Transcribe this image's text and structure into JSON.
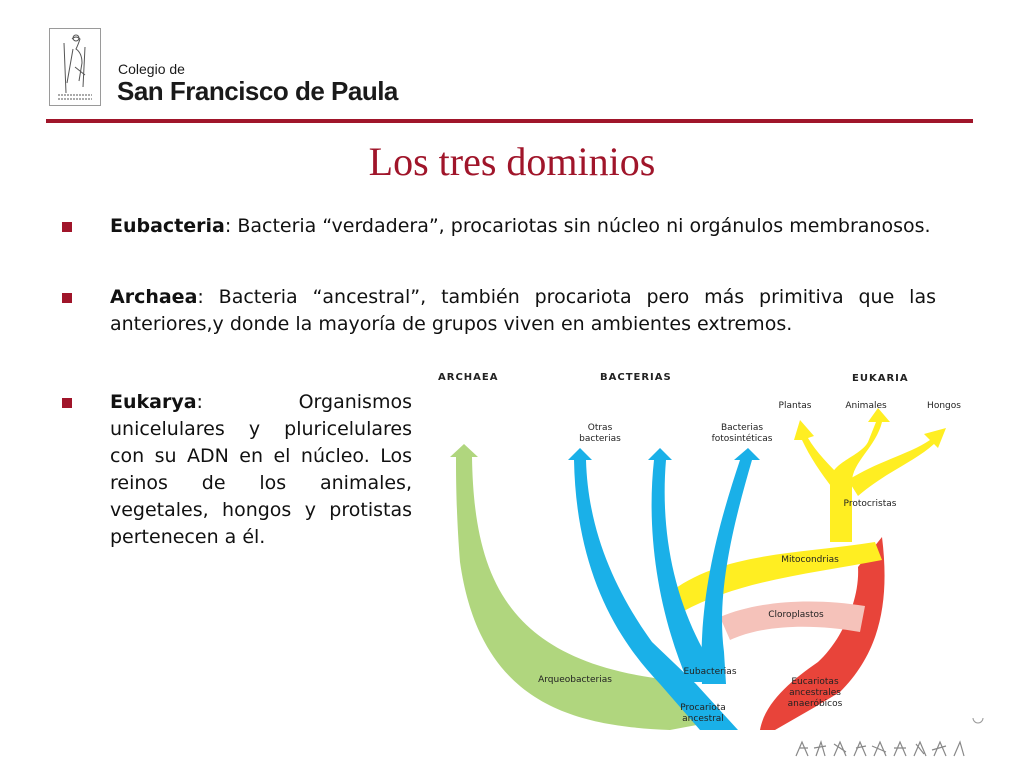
{
  "header": {
    "school_prefix": "Colegio de",
    "school_name": "San Francisco de Paula"
  },
  "slide": {
    "title": "Los tres dominios",
    "bullets": [
      {
        "term": "Eubacteria",
        "text": ": Bacteria “verdadera”, procariotas sin núcleo ni orgánulos membranosos."
      },
      {
        "term": "Archaea",
        "text": ": Bacteria “ancestral”, también procariota pero más primitiva que las anteriores,y donde la mayoría de grupos viven en ambientes extremos."
      },
      {
        "term": "Eukarya",
        "text": ": Organismos unicelulares y pluricelulares con su ADN en el núcleo. Los reinos de los animales, vegetales, hongos y protistas pertenecen a él."
      }
    ]
  },
  "diagram": {
    "domains": {
      "archaea": "ARCHAEA",
      "bacterias": "BACTERIAS",
      "eukaria": "EUKARIA"
    },
    "leaves": {
      "otras_line1": "Otras",
      "otras_line2": "bacterias",
      "foto_line1": "Bacterias",
      "foto_line2": "fotosintéticas",
      "plantas": "Plantas",
      "animales": "Animales",
      "hongos": "Hongos"
    },
    "labels": {
      "protocristas": "Protocristas",
      "mitocondrias": "Mitocondrias",
      "cloroplastos": "Cloroplastos",
      "arqueobacterias": "Arqueobacterias",
      "eubacterias": "Eubacterias",
      "procariota_line1": "Procariota",
      "procariota_line2": "ancestral",
      "eucariotas_line1": "Eucariotas",
      "eucariotas_line2": "ancestrales",
      "eucariotas_line3": "anaeróbicos"
    },
    "colors": {
      "archaea": "#b0d67e",
      "bacteria": "#1ab0e8",
      "eukarya_yellow": "#ffee22",
      "eukarya_red": "#e8443a",
      "cloroplastos": "#f5c2ba",
      "accent": "#a0152a"
    }
  }
}
